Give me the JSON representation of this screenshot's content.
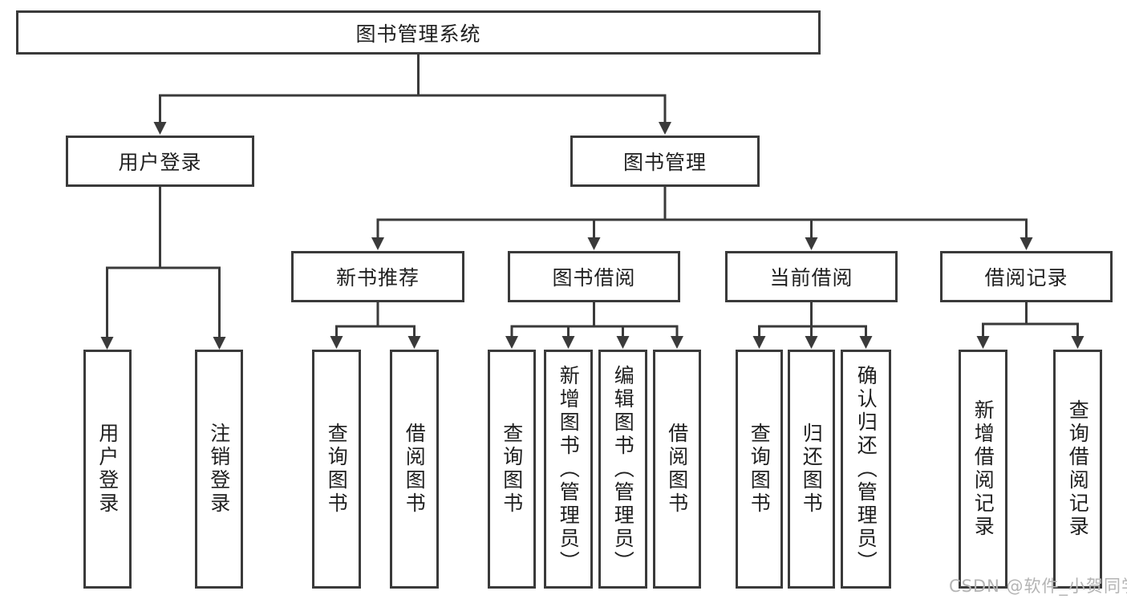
{
  "diagram": {
    "type": "hierarchy-tree",
    "root": {
      "label": "图书管理系统"
    },
    "level2": [
      {
        "label": "用户登录"
      },
      {
        "label": "图书管理"
      }
    ],
    "level3": [
      {
        "parent": "图书管理",
        "label": "新书推荐"
      },
      {
        "parent": "图书管理",
        "label": "图书借阅"
      },
      {
        "parent": "图书管理",
        "label": "当前借阅"
      },
      {
        "parent": "图书管理",
        "label": "借阅记录"
      }
    ],
    "leaves": [
      {
        "parent": "用户登录",
        "label": "用户登录"
      },
      {
        "parent": "用户登录",
        "label": "注销登录"
      },
      {
        "parent": "新书推荐",
        "label": "查询图书"
      },
      {
        "parent": "新书推荐",
        "label": "借阅图书"
      },
      {
        "parent": "图书借阅",
        "label": "查询图书"
      },
      {
        "parent": "图书借阅",
        "label": "新增图书（管理员）"
      },
      {
        "parent": "图书借阅",
        "label": "编辑图书（管理员）"
      },
      {
        "parent": "图书借阅",
        "label": "借阅图书"
      },
      {
        "parent": "当前借阅",
        "label": "查询图书"
      },
      {
        "parent": "当前借阅",
        "label": "归还图书"
      },
      {
        "parent": "当前借阅",
        "label": "确认归还（管理员）"
      },
      {
        "parent": "借阅记录",
        "label": "新增借阅记录"
      },
      {
        "parent": "借阅记录",
        "label": "查询借阅记录"
      }
    ]
  },
  "watermark": {
    "text": "CSDN @软件_小贺同学"
  },
  "colors": {
    "line": "#3a3a3a",
    "text": "#1f1f1f",
    "watermark": "#b4b4b4",
    "background": "#ffffff"
  }
}
